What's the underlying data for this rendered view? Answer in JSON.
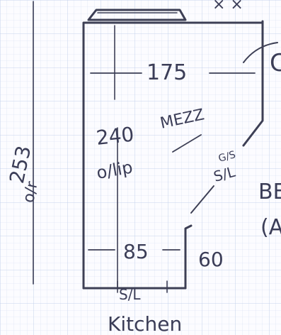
{
  "sketch": {
    "paper": "graph paper",
    "colors": {
      "paper": "#fcfcff",
      "grid": "#c9d6ee",
      "ink": "#3d3f55"
    },
    "labels": {
      "top_marks": "× ×",
      "width_top": "175",
      "height_left": "253",
      "height_left_sub": "o/r",
      "inner_height": "240",
      "inner_note": "MEZZ",
      "inner_sub": "o/lip",
      "small_width": "85",
      "side_height": "60",
      "door_label": "S/L",
      "door_arc_note": "G/S",
      "bottom_label": "S/L",
      "room_name": "Kitchen",
      "right_edge_1": "BE",
      "right_edge_2": "(A",
      "right_top_c": "C"
    }
  }
}
